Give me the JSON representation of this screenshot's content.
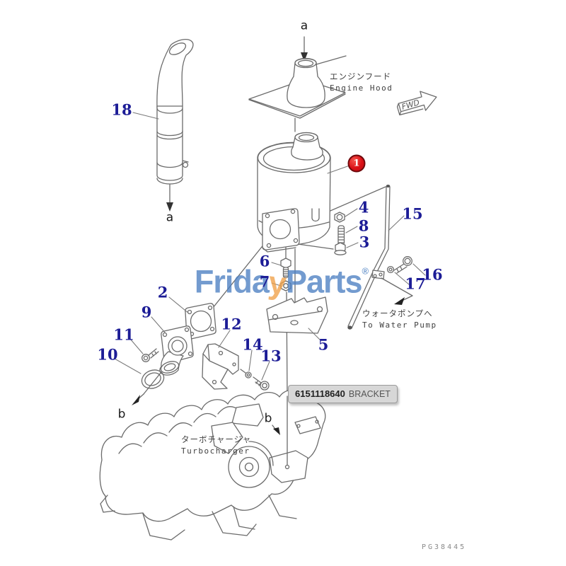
{
  "watermark": {
    "pre": "Frida",
    "y": "y",
    "post": "Parts",
    "reg": "®"
  },
  "part_badge": {
    "number": "1"
  },
  "tooltip": {
    "code": "6151118640",
    "name": "BRACKET"
  },
  "callouts": [
    {
      "id": "18",
      "text": "18"
    },
    {
      "id": "4",
      "text": "4"
    },
    {
      "id": "8",
      "text": "8"
    },
    {
      "id": "3",
      "text": "3"
    },
    {
      "id": "15",
      "text": "15"
    },
    {
      "id": "16",
      "text": "16"
    },
    {
      "id": "17",
      "text": "17"
    },
    {
      "id": "6",
      "text": "6"
    },
    {
      "id": "7",
      "text": "7"
    },
    {
      "id": "2",
      "text": "2"
    },
    {
      "id": "9",
      "text": "9"
    },
    {
      "id": "11",
      "text": "11"
    },
    {
      "id": "10",
      "text": "10"
    },
    {
      "id": "12",
      "text": "12"
    },
    {
      "id": "14",
      "text": "14"
    },
    {
      "id": "13",
      "text": "13"
    },
    {
      "id": "5",
      "text": "5"
    }
  ],
  "view_labels": {
    "a_top": "a",
    "a_bottom": "a",
    "b_left": "b",
    "b_right": "b"
  },
  "annotations": {
    "engine_hood_jp": "エンジンフード",
    "engine_hood_en": "Engine Hood",
    "water_pump_jp": "ウォータポンプへ",
    "water_pump_en": "To Water Pump",
    "turbo_jp": "ターボチャージャ",
    "turbo_en": "Turbocharger",
    "fwd": "FWD",
    "drawing_no": "PG38445"
  },
  "colors": {
    "callout_blue": "#1c1c96",
    "badge_red": "#da1016",
    "badge_ring": "#70090c",
    "watermark_blue": "#4c80c2",
    "watermark_orange": "#f0a148",
    "line_gray": "#6b6b6b",
    "tooltip_bg": "#d7d7d7"
  }
}
